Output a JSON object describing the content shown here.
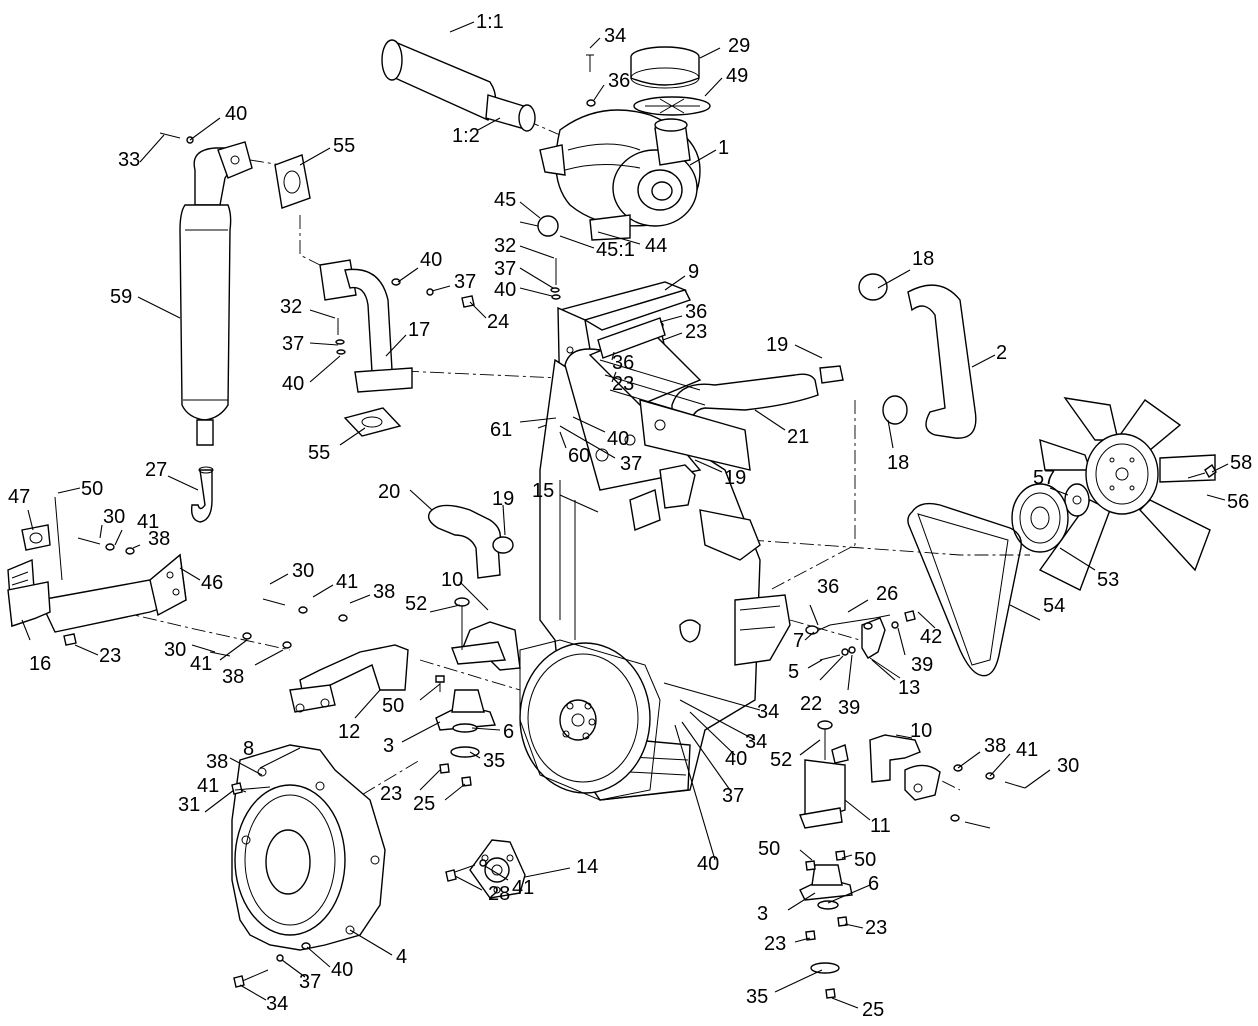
{
  "diagram": {
    "callouts": [
      {
        "id": "c-1-1",
        "text": "1:1"
      },
      {
        "id": "c-1-2",
        "text": "1:2"
      },
      {
        "id": "c-34-top",
        "text": "34"
      },
      {
        "id": "c-29",
        "text": "29"
      },
      {
        "id": "c-36-top",
        "text": "36"
      },
      {
        "id": "c-49",
        "text": "49"
      },
      {
        "id": "c-1",
        "text": "1"
      },
      {
        "id": "c-45",
        "text": "45"
      },
      {
        "id": "c-45-1",
        "text": "45:1"
      },
      {
        "id": "c-44",
        "text": "44"
      },
      {
        "id": "c-40-a",
        "text": "40"
      },
      {
        "id": "c-33",
        "text": "33"
      },
      {
        "id": "c-55-a",
        "text": "55"
      },
      {
        "id": "c-59",
        "text": "59"
      },
      {
        "id": "c-32-a",
        "text": "32"
      },
      {
        "id": "c-37-a",
        "text": "37"
      },
      {
        "id": "c-40-b",
        "text": "40"
      },
      {
        "id": "c-40-c",
        "text": "40"
      },
      {
        "id": "c-37-b",
        "text": "37"
      },
      {
        "id": "c-24",
        "text": "24"
      },
      {
        "id": "c-17",
        "text": "17"
      },
      {
        "id": "c-55-b",
        "text": "55"
      },
      {
        "id": "c-32-b",
        "text": "32"
      },
      {
        "id": "c-37-c",
        "text": "37"
      },
      {
        "id": "c-40-d",
        "text": "40"
      },
      {
        "id": "c-9",
        "text": "9"
      },
      {
        "id": "c-36-a",
        "text": "36"
      },
      {
        "id": "c-23-a",
        "text": "23"
      },
      {
        "id": "c-36-b",
        "text": "36"
      },
      {
        "id": "c-23-b",
        "text": "23"
      },
      {
        "id": "c-61",
        "text": "61"
      },
      {
        "id": "c-40-e",
        "text": "40"
      },
      {
        "id": "c-60",
        "text": "60"
      },
      {
        "id": "c-37-d",
        "text": "37"
      },
      {
        "id": "c-18-a",
        "text": "18"
      },
      {
        "id": "c-2",
        "text": "2"
      },
      {
        "id": "c-19-a",
        "text": "19"
      },
      {
        "id": "c-21",
        "text": "21"
      },
      {
        "id": "c-18-b",
        "text": "18"
      },
      {
        "id": "c-19-b",
        "text": "19"
      },
      {
        "id": "c-58",
        "text": "58"
      },
      {
        "id": "c-57",
        "text": "57"
      },
      {
        "id": "c-56",
        "text": "56"
      },
      {
        "id": "c-53",
        "text": "53"
      },
      {
        "id": "c-54",
        "text": "54"
      },
      {
        "id": "c-27",
        "text": "27"
      },
      {
        "id": "c-47",
        "text": "47"
      },
      {
        "id": "c-50-a",
        "text": "50"
      },
      {
        "id": "c-30-a",
        "text": "30"
      },
      {
        "id": "c-41-a",
        "text": "41"
      },
      {
        "id": "c-38-a",
        "text": "38"
      },
      {
        "id": "c-46",
        "text": "46"
      },
      {
        "id": "c-16",
        "text": "16"
      },
      {
        "id": "c-23-c",
        "text": "23"
      },
      {
        "id": "c-20",
        "text": "20"
      },
      {
        "id": "c-19-c",
        "text": "19"
      },
      {
        "id": "c-15",
        "text": "15"
      },
      {
        "id": "c-30-b",
        "text": "30"
      },
      {
        "id": "c-41-b",
        "text": "41"
      },
      {
        "id": "c-38-b",
        "text": "38"
      },
      {
        "id": "c-10-a",
        "text": "10"
      },
      {
        "id": "c-52-a",
        "text": "52"
      },
      {
        "id": "c-30-c",
        "text": "30"
      },
      {
        "id": "c-41-c",
        "text": "41"
      },
      {
        "id": "c-38-c",
        "text": "38"
      },
      {
        "id": "c-12",
        "text": "12"
      },
      {
        "id": "c-50-b",
        "text": "50"
      },
      {
        "id": "c-3-a",
        "text": "3"
      },
      {
        "id": "c-6-a",
        "text": "6"
      },
      {
        "id": "c-35-a",
        "text": "35"
      },
      {
        "id": "c-23-d",
        "text": "23"
      },
      {
        "id": "c-25-a",
        "text": "25"
      },
      {
        "id": "c-36-c",
        "text": "36"
      },
      {
        "id": "c-26",
        "text": "26"
      },
      {
        "id": "c-7",
        "text": "7"
      },
      {
        "id": "c-42",
        "text": "42"
      },
      {
        "id": "c-5",
        "text": "5"
      },
      {
        "id": "c-39-a",
        "text": "39"
      },
      {
        "id": "c-22",
        "text": "22"
      },
      {
        "id": "c-39-b",
        "text": "39"
      },
      {
        "id": "c-13",
        "text": "13"
      },
      {
        "id": "c-34-a",
        "text": "34"
      },
      {
        "id": "c-34-b",
        "text": "34"
      },
      {
        "id": "c-40-f",
        "text": "40"
      },
      {
        "id": "c-37-e",
        "text": "37"
      },
      {
        "id": "c-40-g",
        "text": "40"
      },
      {
        "id": "c-38-d",
        "text": "38"
      },
      {
        "id": "c-8",
        "text": "8"
      },
      {
        "id": "c-41-d",
        "text": "41"
      },
      {
        "id": "c-31",
        "text": "31"
      },
      {
        "id": "c-14",
        "text": "14"
      },
      {
        "id": "c-28",
        "text": "28"
      },
      {
        "id": "c-41-e",
        "text": "41"
      },
      {
        "id": "c-4",
        "text": "4"
      },
      {
        "id": "c-40-h",
        "text": "40"
      },
      {
        "id": "c-37-f",
        "text": "37"
      },
      {
        "id": "c-34-c",
        "text": "34"
      },
      {
        "id": "c-10-b",
        "text": "10"
      },
      {
        "id": "c-38-e",
        "text": "38"
      },
      {
        "id": "c-41-f",
        "text": "41"
      },
      {
        "id": "c-30-d",
        "text": "30"
      },
      {
        "id": "c-52-b",
        "text": "52"
      },
      {
        "id": "c-11",
        "text": "11"
      },
      {
        "id": "c-50-c",
        "text": "50"
      },
      {
        "id": "c-50-d",
        "text": "50"
      },
      {
        "id": "c-6-b",
        "text": "6"
      },
      {
        "id": "c-3-b",
        "text": "3"
      },
      {
        "id": "c-23-e",
        "text": "23"
      },
      {
        "id": "c-23-f",
        "text": "23"
      },
      {
        "id": "c-35-b",
        "text": "35"
      },
      {
        "id": "c-25-b",
        "text": "25"
      }
    ]
  }
}
